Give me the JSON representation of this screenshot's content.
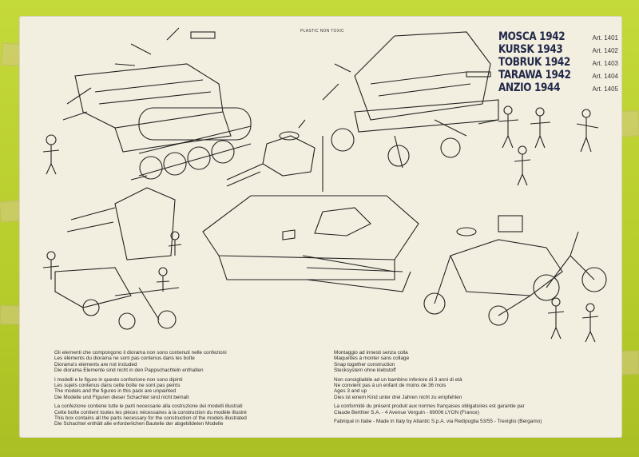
{
  "header": {
    "plastic_note": "PLASTIC NON TOXIC"
  },
  "models": [
    {
      "name": "MOSCA 1942",
      "art": "Art. 1401"
    },
    {
      "name": "KURSK 1943",
      "art": "Art. 1402"
    },
    {
      "name": "TOBRUK 1942",
      "art": "Art. 1403"
    },
    {
      "name": "TARAWA 1942",
      "art": "Art. 1404"
    },
    {
      "name": "ANZIO 1944",
      "art": "Art. 1405"
    }
  ],
  "left_text": {
    "block1": [
      "Gli elementi che compongono il diorama non sono contenuti nelle confezioni",
      "Les éléments du diorama ne sont pas contenus dans les boîte",
      "Diorama's elements are not included",
      "Die diorama Elemente sind nicht in den Pappschachteln enthalten"
    ],
    "block2": [
      "I modelli e le figure in questo confezione non sono dipinti",
      "Les sujets contenus dans cette boîte ne sont pas peints",
      "The models and the figures in this pack are unpainted",
      "Die Modelle und Figuren dieser Schachtel sind nicht bemalt"
    ],
    "block3": [
      "La confezione contiene tutte le parti necessarie alla costruzione dei modelli illustrati",
      "Cette boîte contient toutes les pièces nécessaires à la construction du modèle illustré",
      "This box contains all the parts necessary for the construction of the models illustrated",
      "Die Schachtel enthält alle erforderlichen Bauteile der abgebildeten Modelle"
    ]
  },
  "right_text": {
    "block1": [
      "Montaggio ad innesti senza colla",
      "Maquettes à monter sans collage",
      "Snap together construction",
      "Stecksystem ohne klebstoff"
    ],
    "block2": [
      "Non consigliabile ad un bambino inferiore di 3 anni di età",
      "Ne convient pas à un enfant de moins de 36 mois",
      "Ages 3 and up",
      "Dies ist einem Kind unter drei Jahren nicht zu empfehlen"
    ],
    "block3": [
      "La conformité du présent produit aux normes françaises obligatoires est garantie par",
      "Claude Berthier S.A. - 4 Avenue Verguin - 69006 LYON (France)"
    ]
  },
  "footer": {
    "factory": "Fabriqué in Italie - Made in Italy by Atlantic S.p.A. via Redipuglia 53/55 - Treviglio (Bergamo)"
  },
  "colors": {
    "box": "#b9cf2e",
    "panel": "#f3efe0",
    "ink": "#22284a"
  }
}
